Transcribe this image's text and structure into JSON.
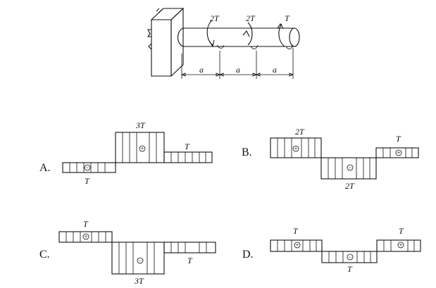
{
  "shaft": {
    "torque_labels": [
      "2T",
      "2T",
      "T"
    ],
    "dim_labels": [
      "a",
      "a",
      "a"
    ]
  },
  "options": [
    {
      "letter": "A.",
      "segments": [
        {
          "sign": "−",
          "label": "T"
        },
        {
          "sign": "+",
          "label": "3T"
        },
        {
          "sign": "",
          "label": "T"
        }
      ]
    },
    {
      "letter": "B.",
      "segments": [
        {
          "sign": "+",
          "label": "2T"
        },
        {
          "sign": "−",
          "label": "2T"
        },
        {
          "sign": "+",
          "label": "T"
        }
      ]
    },
    {
      "letter": "C.",
      "segments": [
        {
          "sign": "+",
          "label": "T"
        },
        {
          "sign": "−",
          "label": "3T"
        },
        {
          "sign": "",
          "label": "T"
        }
      ]
    },
    {
      "letter": "D.",
      "segments": [
        {
          "sign": "+",
          "label": "T"
        },
        {
          "sign": "−",
          "label": "T"
        },
        {
          "sign": "+",
          "label": "T"
        }
      ]
    }
  ]
}
